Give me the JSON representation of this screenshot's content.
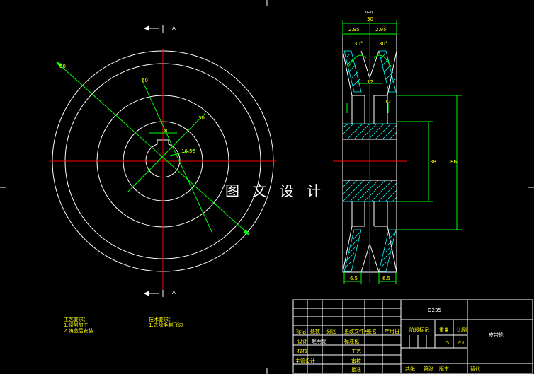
{
  "watermark": "图 文 设 计",
  "section_label": "A-A",
  "section_marks": {
    "top": "A",
    "bottom": "A"
  },
  "dimensions": {
    "overall_width": "30",
    "half_groove_left": "2.95",
    "half_groove_right": "2.95",
    "angle_left": "30°",
    "angle_right": "30°",
    "groove_depth": "12",
    "hub_dia": "38",
    "outer_dia": "86",
    "inner_small": "12",
    "bottom_left": "6.5",
    "bottom_right": "6.5",
    "d_outer": "90",
    "d_mid": "60",
    "d_inner": "30",
    "keyway_width": "8",
    "keyway_depth": "16.50"
  },
  "notes": {
    "left": [
      "工艺要求：",
      "1.切削加工",
      "2.铸造后安装"
    ],
    "right": [
      "技术要求：",
      "1.去除毛刺飞边"
    ]
  },
  "title_block": {
    "material": "Q235",
    "part_name": "皮带轮",
    "scale_label": "比例",
    "scale_value": "2:1",
    "weight_label": "重量",
    "stage_label": "阶段标记",
    "sheet": "1:5",
    "row_headers": [
      "标记",
      "处数",
      "分区",
      "更改文件号",
      "签名",
      "年月日"
    ],
    "design_label": "设计",
    "designer": "赵明亮",
    "standard_label": "标准化",
    "check_label": "校核",
    "process_label": "工艺",
    "chief_label": "主管设计",
    "review_label": "审核",
    "approve_label": "批准",
    "bottom_row": [
      "共张",
      "第张",
      "版本",
      "替代"
    ]
  },
  "colors": {
    "outline": "#ffffff",
    "center_line": "#ff0000",
    "dimension": "#00ff00",
    "hatch": "#00ffff",
    "text": "#ffff00"
  }
}
